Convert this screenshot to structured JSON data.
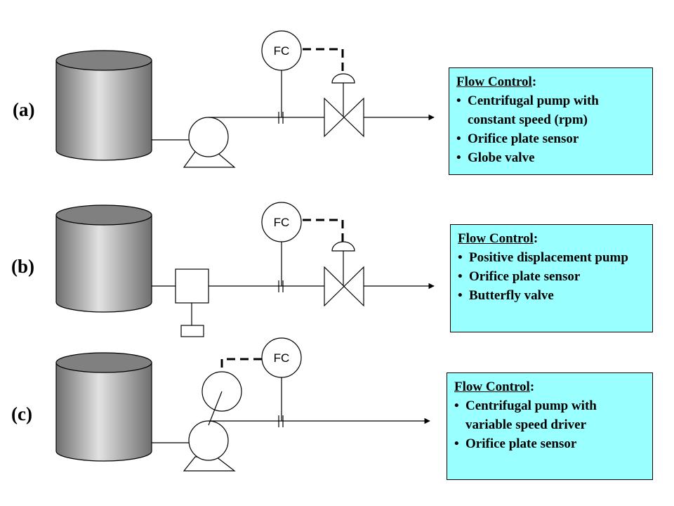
{
  "panels": [
    {
      "label": "(a)",
      "controller": "FC",
      "info": {
        "title": "Flow Control",
        "items": [
          "Centrifugal pump with constant speed (rpm)",
          "Orifice plate sensor",
          "Globe valve"
        ]
      }
    },
    {
      "label": "(b)",
      "controller": "FC",
      "info": {
        "title": "Flow Control",
        "items": [
          "Positive displacement pump",
          "Orifice plate sensor",
          "Butterfly valve"
        ]
      }
    },
    {
      "label": "(c)",
      "controller": "FC",
      "info": {
        "title": "Flow Control",
        "items": [
          "Centrifugal pump with variable speed driver",
          "Orifice plate sensor"
        ]
      }
    }
  ],
  "colors": {
    "info_box": "#99ffff",
    "tank_mid": "#e0e0e0",
    "tank_dark": "#666666",
    "line": "#000000"
  }
}
